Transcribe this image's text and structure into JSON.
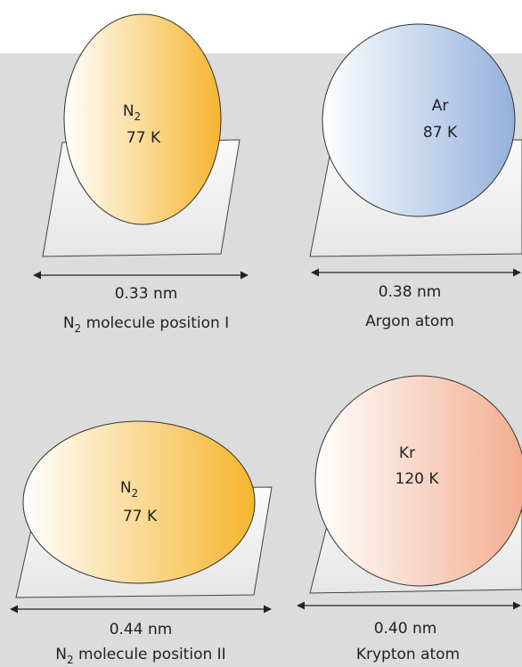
{
  "panels": [
    {
      "formula": "N",
      "formula_sub": "2",
      "temperature": "77 K",
      "size": "0.33 nm",
      "caption": "N",
      "caption_sub": "2",
      "caption_rest": " molecule position I",
      "color": "#f5b73c"
    },
    {
      "formula": "Ar",
      "temperature": "87 K",
      "size": "0.38 nm",
      "caption": "Argon atom",
      "color": "#9bb6de"
    },
    {
      "formula": "N",
      "formula_sub": "2",
      "temperature": "77 K",
      "size": "0.44 nm",
      "caption": "N",
      "caption_sub": "2",
      "caption_rest": " molecule position II",
      "color": "#f5b73c"
    },
    {
      "formula": "Kr",
      "temperature": "120 K",
      "size": "0.40 nm",
      "caption": "Krypton atom",
      "color": "#f2ad90"
    }
  ]
}
